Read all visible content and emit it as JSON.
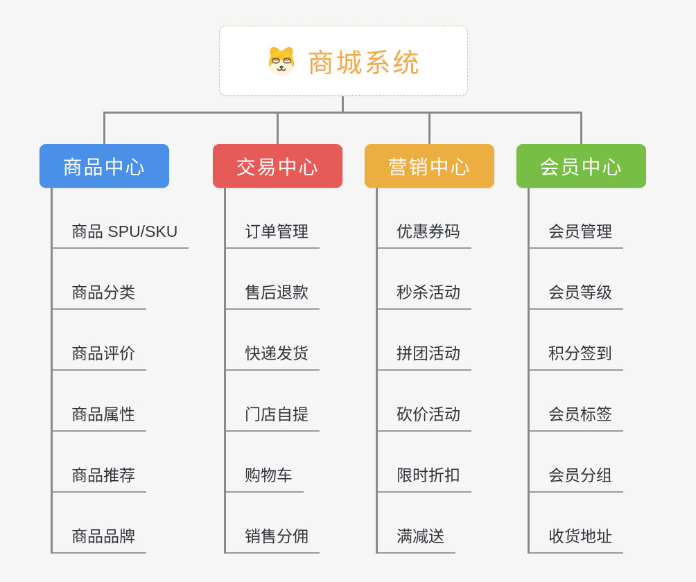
{
  "root": {
    "title": "商城系统",
    "icon": "shiba-dog-icon",
    "title_color": "#EFAA4B",
    "border_color": "#F0C180",
    "background": "#FFFFFF"
  },
  "branches": [
    {
      "title": "商品中心",
      "color": "#4A90E8",
      "items": [
        "商品 SPU/SKU",
        "商品分类",
        "商品评价",
        "商品属性",
        "商品推荐",
        "商品品牌"
      ]
    },
    {
      "title": "交易中心",
      "color": "#E65B58",
      "items": [
        "订单管理",
        "售后退款",
        "快递发货",
        "门店自提",
        "购物车",
        "销售分佣"
      ]
    },
    {
      "title": "营销中心",
      "color": "#ECAE41",
      "items": [
        "优惠券码",
        "秒杀活动",
        "拼团活动",
        "砍价活动",
        "限时折扣",
        "满减送"
      ]
    },
    {
      "title": "会员中心",
      "color": "#76BE44",
      "items": [
        "会员管理",
        "会员等级",
        "积分签到",
        "会员标签",
        "会员分组",
        "收货地址"
      ]
    }
  ],
  "connector_color": "#8A8A8A",
  "underline_color": "#9A9A9A",
  "canvas_background": "#F6F6F6"
}
